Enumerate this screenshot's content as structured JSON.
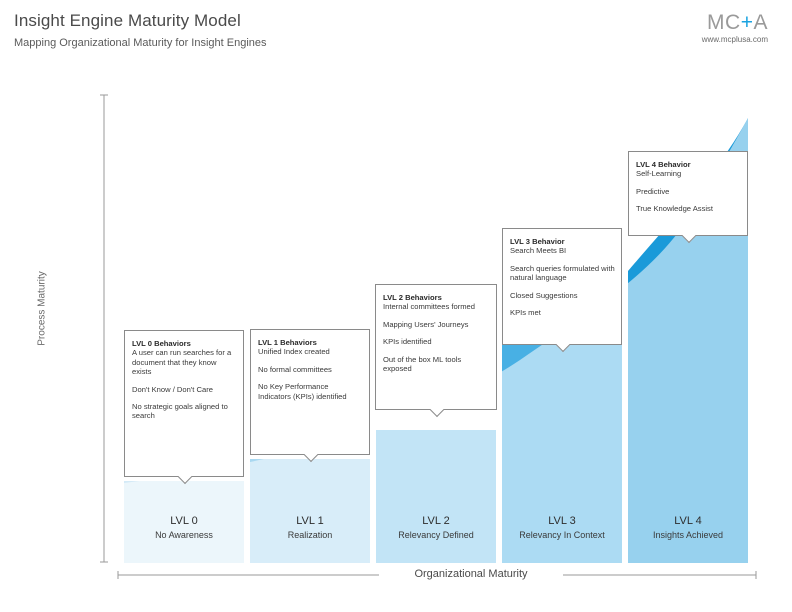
{
  "header": {
    "title": "Insight Engine Maturity Model",
    "subtitle": "Mapping Organizational Maturity for Insight Engines",
    "logo_left": "MC",
    "logo_plus": "+",
    "logo_right": "A",
    "website": "www.mcplusa.com"
  },
  "axes": {
    "y_label": "Process Maturity",
    "x_label": "Organizational Maturity"
  },
  "colors": {
    "lvl0": "#d4eaf7",
    "lvl1": "#a9d8f1",
    "lvl2": "#78c3ea",
    "lvl3": "#48b0e4",
    "lvl4": "#1a9ad9",
    "curve_overlay": "#ffffff",
    "accent": "#1aa3e0"
  },
  "levels": [
    {
      "label": "LVL 0",
      "name": "No Awareness",
      "behaviors_title": "LVL 0 Behaviors",
      "behaviors_first": "A user can run searches for a document that they know exists",
      "behaviors": [
        "Don't Know / Don't Care",
        "No strategic goals aligned to search"
      ]
    },
    {
      "label": "LVL 1",
      "name": "Realization",
      "behaviors_title": "LVL 1 Behaviors",
      "behaviors_first": "Unified Index created",
      "behaviors": [
        "No formal committees",
        "No Key Performance Indicators (KPIs) identified"
      ]
    },
    {
      "label": "LVL 2",
      "name": "Relevancy Defined",
      "behaviors_title": "LVL 2 Behaviors",
      "behaviors_first": "Internal committees formed",
      "behaviors": [
        "Mapping Users' Journeys",
        "KPIs identified",
        "Out of the box ML tools exposed"
      ]
    },
    {
      "label": "LVL 3",
      "name": "Relevancy In Context",
      "behaviors_title": "LVL 3 Behavior",
      "behaviors_first": "Search Meets BI",
      "behaviors": [
        "Search queries formulated with natural language",
        "Closed Suggestions",
        "KPIs met"
      ]
    },
    {
      "label": "LVL 4",
      "name": "Insights Achieved",
      "behaviors_title": "LVL 4 Behavior",
      "behaviors_first": "Self-Learning",
      "behaviors": [
        "Predictive",
        "True Knowledge Assist"
      ]
    }
  ]
}
